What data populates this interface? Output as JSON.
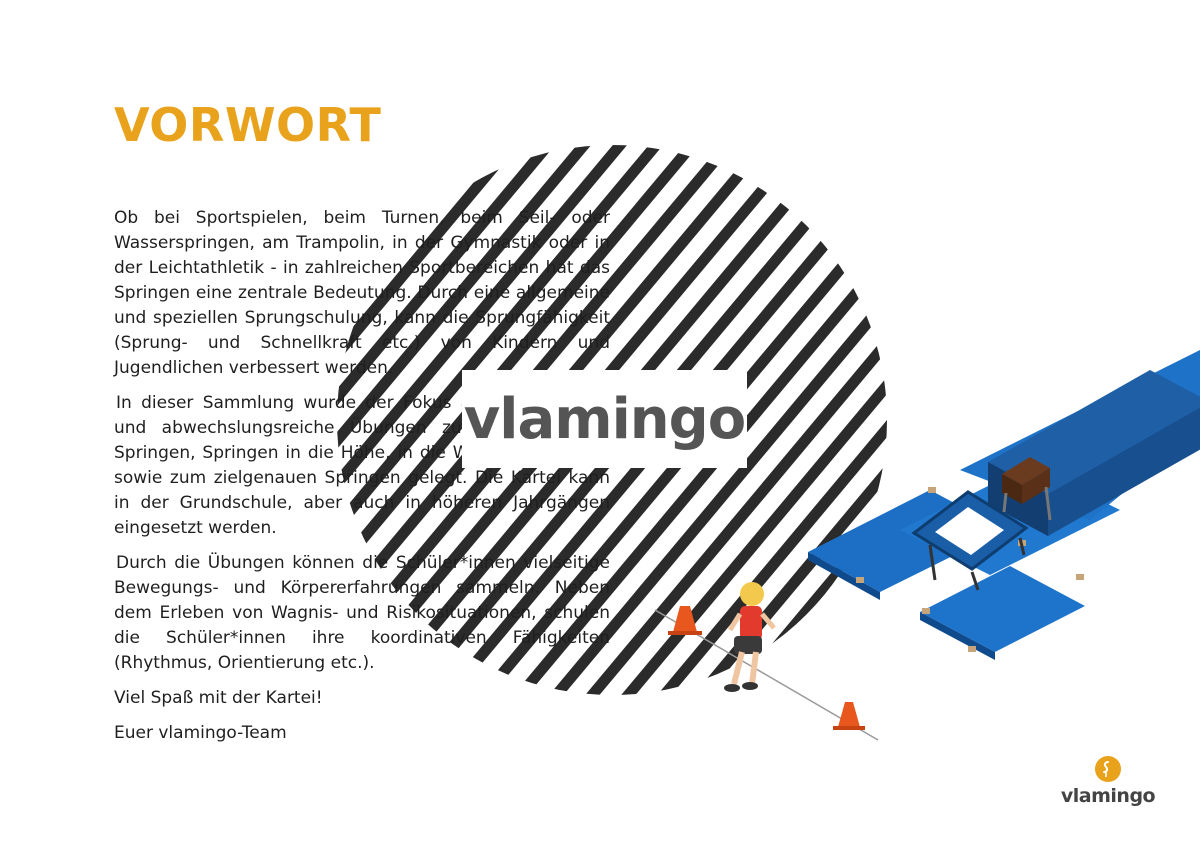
{
  "page": {
    "title": "VORWORT",
    "paragraphs": [
      "Ob bei Sportspielen, beim Turnen, beim Seil- oder Wasserspringen, am Trampolin, in der Gymnastik oder in der Leichtathletik - in zahlreichen Sportbereichen hat das Springen eine zentrale Bedeutung. Durch eine allgemeine und speziellen Sprungschulung, kann die Sprungfähigkeit (Sprung- und Schnellkraft etc.) von Kindern und Jugendlichen verbessert werden.",
      "In dieser Sammlung wurde der Fokus auf motivierende und abwechslungsreiche Übungen zum rhythmischen Springen, Springen in die Höhe, in die Weite, in die Tiefe sowie zum zielgenauen Springen gelegt. Die Kartei kann in der Grundschule, aber auch in höheren Jahrgängen eingesetzt werden.",
      "Durch die Übungen können die Schüler*innen vielseitige Bewegungs- und Körpererfahrungen sammeln. Neben dem Erleben von Wagnis- und Risikosituationen, schulen die Schüler*innen ihre koordinativen Fähigkeiten (Rhythmus, Orientierung etc.).",
      "Viel Spaß mit der Kartei!",
      "Euer vlamingo-Team"
    ]
  },
  "watermark": {
    "text": "vlamingo"
  },
  "logo": {
    "text": "vlamingo",
    "icon": "flamingo-icon"
  },
  "colors": {
    "accent": "#E9A21B",
    "text": "#1F1F1F",
    "mat_blue": "#1E73C8",
    "mat_dark": "#154A85",
    "cone": "#E8571E",
    "stripe": "#2B2B2B"
  }
}
